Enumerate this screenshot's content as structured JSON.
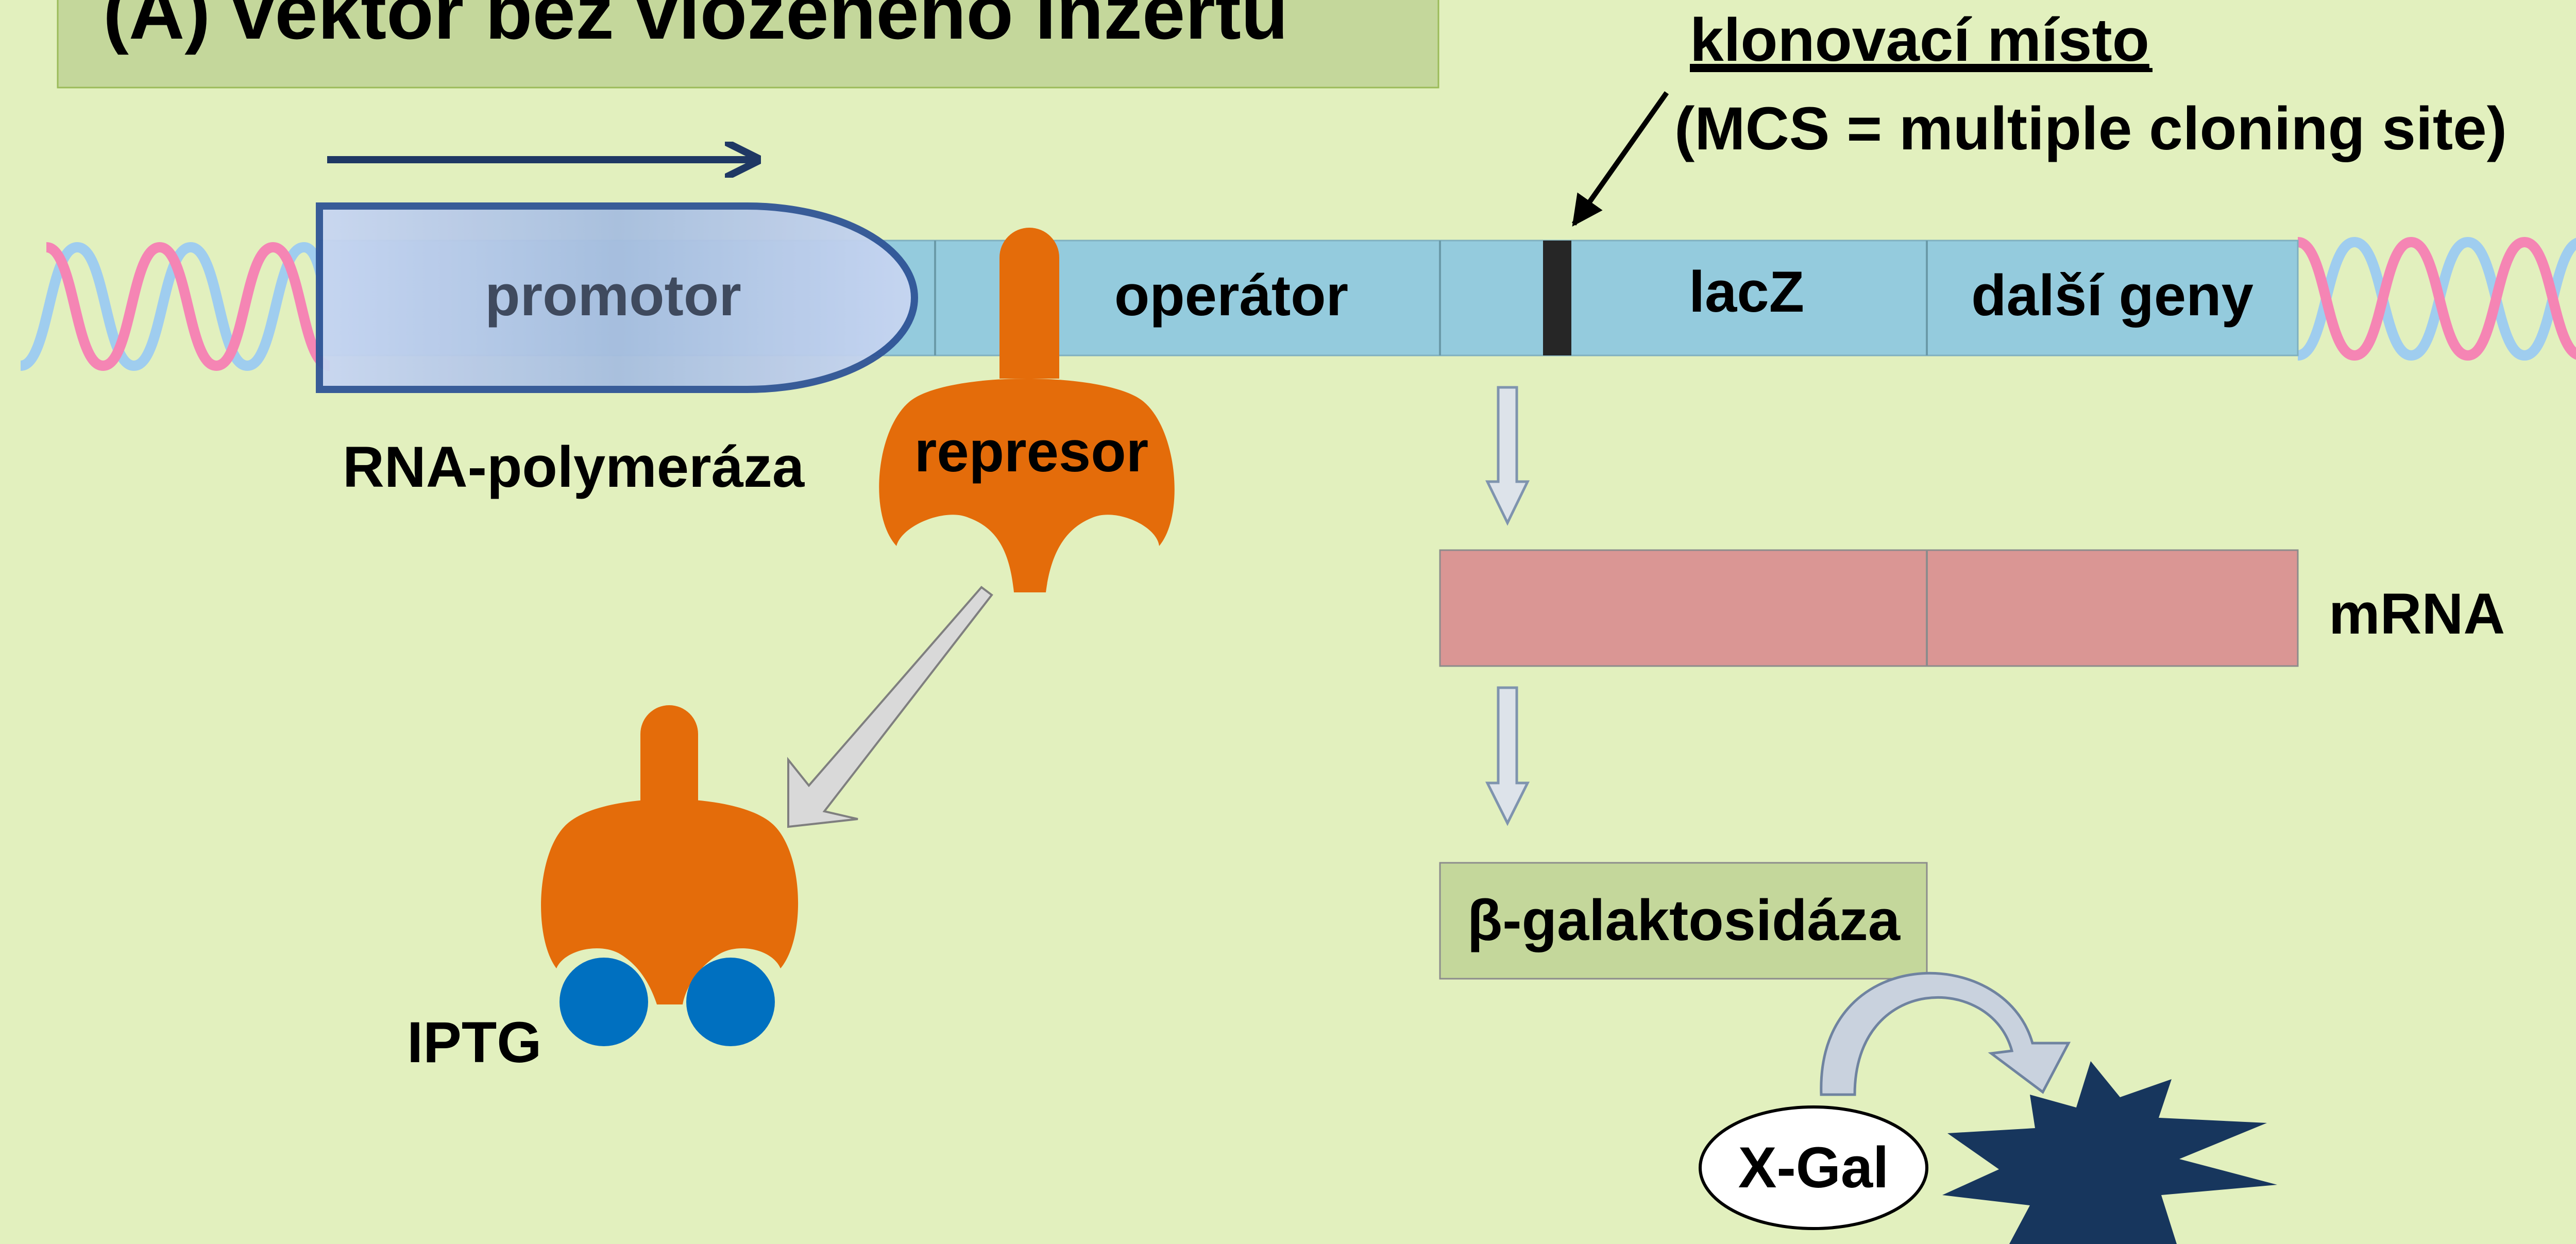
{
  "title": "(A) vektor bez vloženého inzertu",
  "cloning_site": {
    "label": "klonovací místo",
    "subtitle": "(MCS = multiple cloning site)"
  },
  "dna_segments": {
    "promoter": "promotor",
    "operator": "operátor",
    "lacz": "lacZ",
    "other_genes": "další geny"
  },
  "rna_polymerase_label": "RNA-polymeráza",
  "repressor_label": "represor",
  "iptg_label": "IPTG",
  "mrna_label": "mRNA",
  "enzyme_label": "β-galaktosidáza",
  "substrate_label": "X-Gal",
  "colors": {
    "background": "#e2f0be",
    "dna_bar": "#94cbdd",
    "repressor": "#e46c0a",
    "iptg": "#0070c0",
    "mrna": "#da9694",
    "enzyme_box": "#c4d79b",
    "product_star": "#17365d",
    "helix_pink": "#f585b4",
    "helix_blue": "#9fcdef"
  }
}
